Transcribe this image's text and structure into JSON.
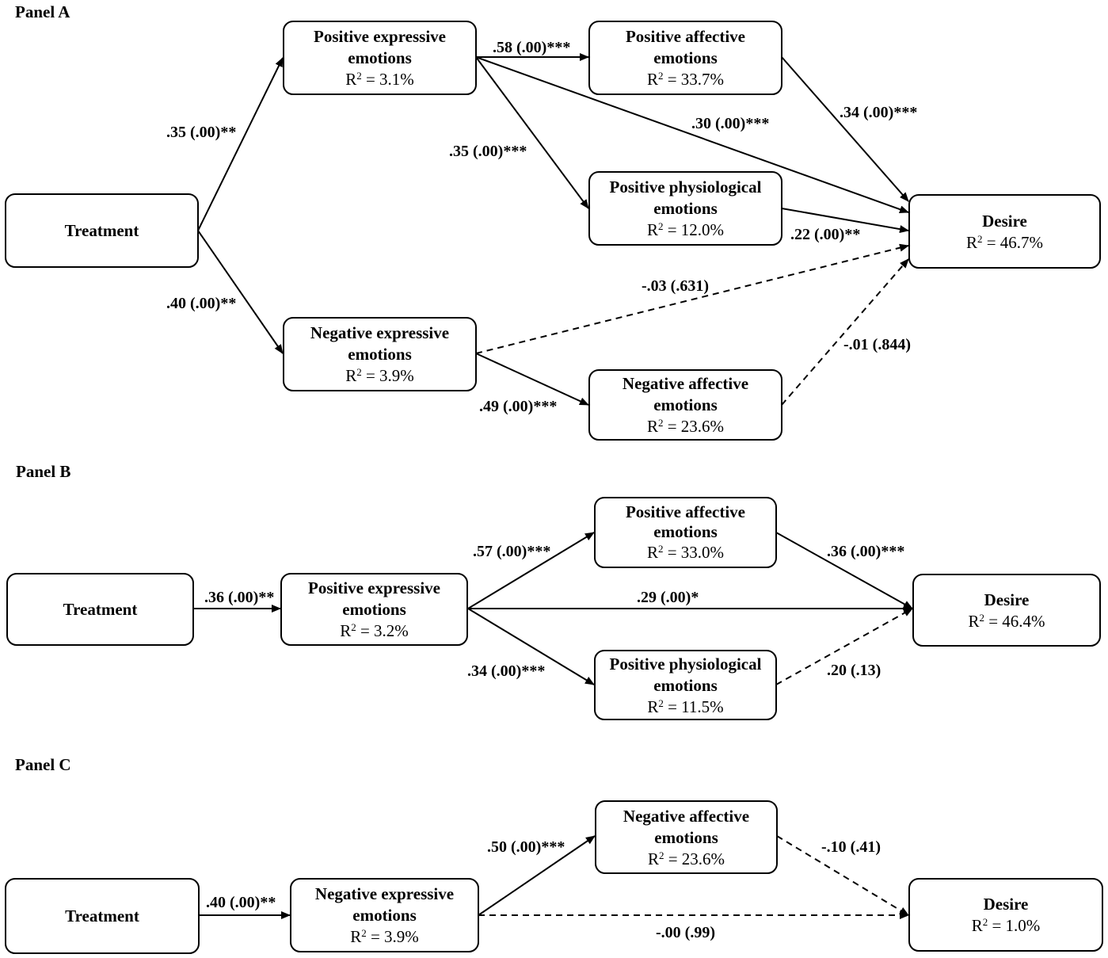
{
  "panels": [
    {
      "label": "Panel A",
      "nodes": {
        "treatment": {
          "title": "Treatment",
          "r2": ""
        },
        "pos_expressive": {
          "title": "Positive expressive emotions",
          "r2": "= 3.1%"
        },
        "pos_affective": {
          "title": "Positive affective emotions",
          "r2": "= 33.7%"
        },
        "pos_physiological": {
          "title": "Positive physiological emotions",
          "r2": "= 12.0%"
        },
        "desire": {
          "title": "Desire",
          "r2": "= 46.7%"
        },
        "neg_expressive": {
          "title": "Negative expressive emotions",
          "r2": "= 3.9%"
        },
        "neg_affective": {
          "title": "Negative affective emotions",
          "r2": "= 23.6%"
        }
      },
      "paths": {
        "t_posexp": ".35 (.00)**",
        "t_negexp": ".40 (.00)**",
        "posexp_posaff": ".58 (.00)***",
        "posexp_posphys": ".35 (.00)***",
        "posexp_desire": ".30 (.00)***",
        "posaff_desire": ".34 (.00)***",
        "posphys_desire": ".22 (.00)**",
        "negexp_desire": "-.03 (.631)",
        "negexp_negaff": ".49 (.00)***",
        "negaff_desire": "-.01 (.844)"
      }
    },
    {
      "label": "Panel B",
      "nodes": {
        "treatment": {
          "title": "Treatment",
          "r2": ""
        },
        "pos_expressive": {
          "title": "Positive expressive emotions",
          "r2": "= 3.2%"
        },
        "pos_affective": {
          "title": "Positive affective emotions",
          "r2": "= 33.0%"
        },
        "pos_physiological": {
          "title": "Positive physiological emotions",
          "r2": "= 11.5%"
        },
        "desire": {
          "title": "Desire",
          "r2": "= 46.4%"
        }
      },
      "paths": {
        "t_posexp": ".36 (.00)**",
        "posexp_posaff": ".57 (.00)***",
        "posexp_desire": ".29 (.00)*",
        "posexp_posphys": ".34 (.00)***",
        "posaff_desire": ".36 (.00)***",
        "posphys_desire": ".20 (.13)"
      }
    },
    {
      "label": "Panel C",
      "nodes": {
        "treatment": {
          "title": "Treatment",
          "r2": ""
        },
        "neg_expressive": {
          "title": "Negative expressive emotions",
          "r2": "= 3.9%"
        },
        "neg_affective": {
          "title": "Negative affective emotions",
          "r2": "= 23.6%"
        },
        "desire": {
          "title": "Desire",
          "r2": "= 1.0%"
        }
      },
      "paths": {
        "t_negexp": ".40 (.00)**",
        "negexp_negaff": ".50 (.00)***",
        "negaff_desire": "-.10 (.41)",
        "negexp_desire": "-.00 (.99)"
      }
    }
  ],
  "r2_symbol": "R",
  "r2_superscript": "2"
}
